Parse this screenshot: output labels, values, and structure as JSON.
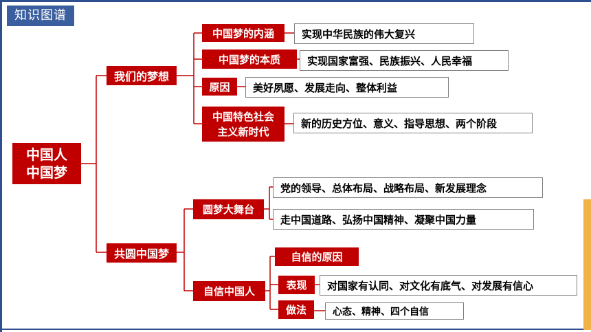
{
  "title": "知识图谱",
  "root": {
    "line1": "中国人",
    "line2": "中国梦"
  },
  "branch1": {
    "label": "我们的梦想",
    "items": [
      {
        "label": "中国梦的内涵",
        "detail": "实现中华民族的伟大复兴"
      },
      {
        "label": "中国梦的本质",
        "detail": "实现国家富强、民族振兴、人民幸福"
      },
      {
        "label": "原因",
        "detail": "美好夙愿、发展走向、整体利益"
      },
      {
        "label_line1": "中国特色社会",
        "label_line2": "主义新时代",
        "detail": "新的历史方位、意义、指导思想、两个阶段"
      }
    ]
  },
  "branch2": {
    "label": "共圆中国梦",
    "sub1": {
      "label": "圆梦大舞台",
      "details": [
        "党的领导、总体布局、战略布局、新发展理念",
        "走中国道路、弘扬中国精神、凝聚中国力量"
      ]
    },
    "sub2": {
      "label": "自信中国人",
      "reason": "自信的原因",
      "show_label": "表现",
      "show_detail": "对国家有认同、对文化有底气、对发展有信心",
      "method_label": "做法",
      "method_detail": "心态、精神、四个自信"
    }
  },
  "colors": {
    "node_red": "#c00000",
    "frame_blue": "#2f4f8f",
    "accent": "#f2b24a",
    "line": "#c00000"
  }
}
